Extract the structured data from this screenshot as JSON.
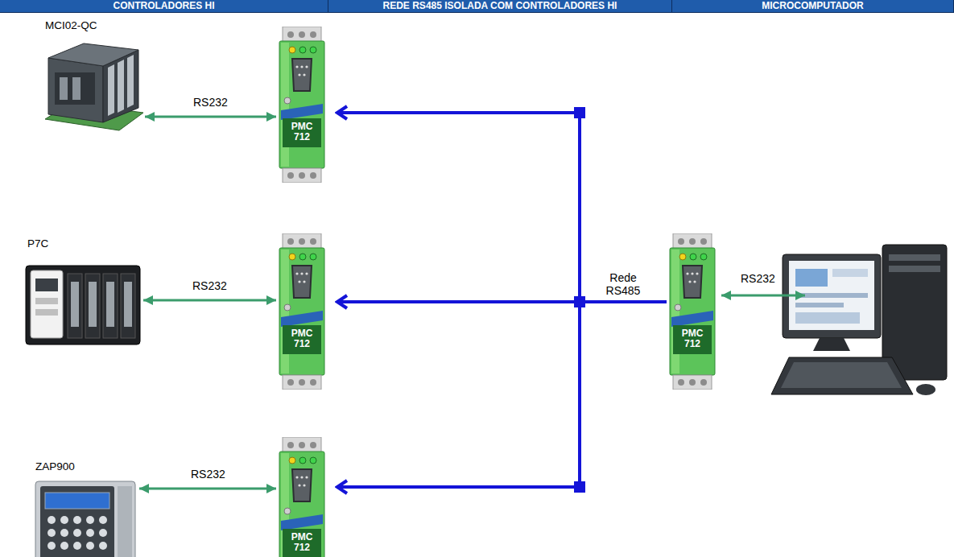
{
  "diagram": {
    "nodes": [
      {
        "text": [
          "CONTROLADORES HI"
        ]
      },
      {
        "text": [
          "REDE RS485 ISOLADA COM CONTROLADORES HI"
        ]
      },
      {
        "text": [
          "MICROCOMPUTADOR"
        ]
      },
      {
        "text": [
          "MCI02-QC"
        ]
      },
      {
        "text": [
          "PMC 712"
        ]
      },
      {
        "text": [
          "P7C"
        ]
      },
      {
        "text": [
          "PMC 712"
        ]
      },
      {
        "text": [
          "PMC 712"
        ]
      },
      {
        "text": [
          "ZAP900"
        ]
      },
      {
        "text": [
          "PMC 712"
        ]
      }
    ],
    "edges": [
      {
        "from": 3,
        "to": 4,
        "arrow": "both",
        "label": "RS232"
      },
      {
        "from": 5,
        "to": 6,
        "arrow": "both",
        "label": "RS232"
      },
      {
        "from": 8,
        "to": 9,
        "arrow": "both",
        "label": "RS232"
      },
      {
        "from": 7,
        "to": 4,
        "arrow": "to"
      },
      {
        "from": 7,
        "to": 6,
        "arrow": "to",
        "label": "Rede RS485"
      },
      {
        "from": 7,
        "to": 9,
        "arrow": "to"
      }
    ],
    "labels": [
      "RS232"
    ]
  }
}
